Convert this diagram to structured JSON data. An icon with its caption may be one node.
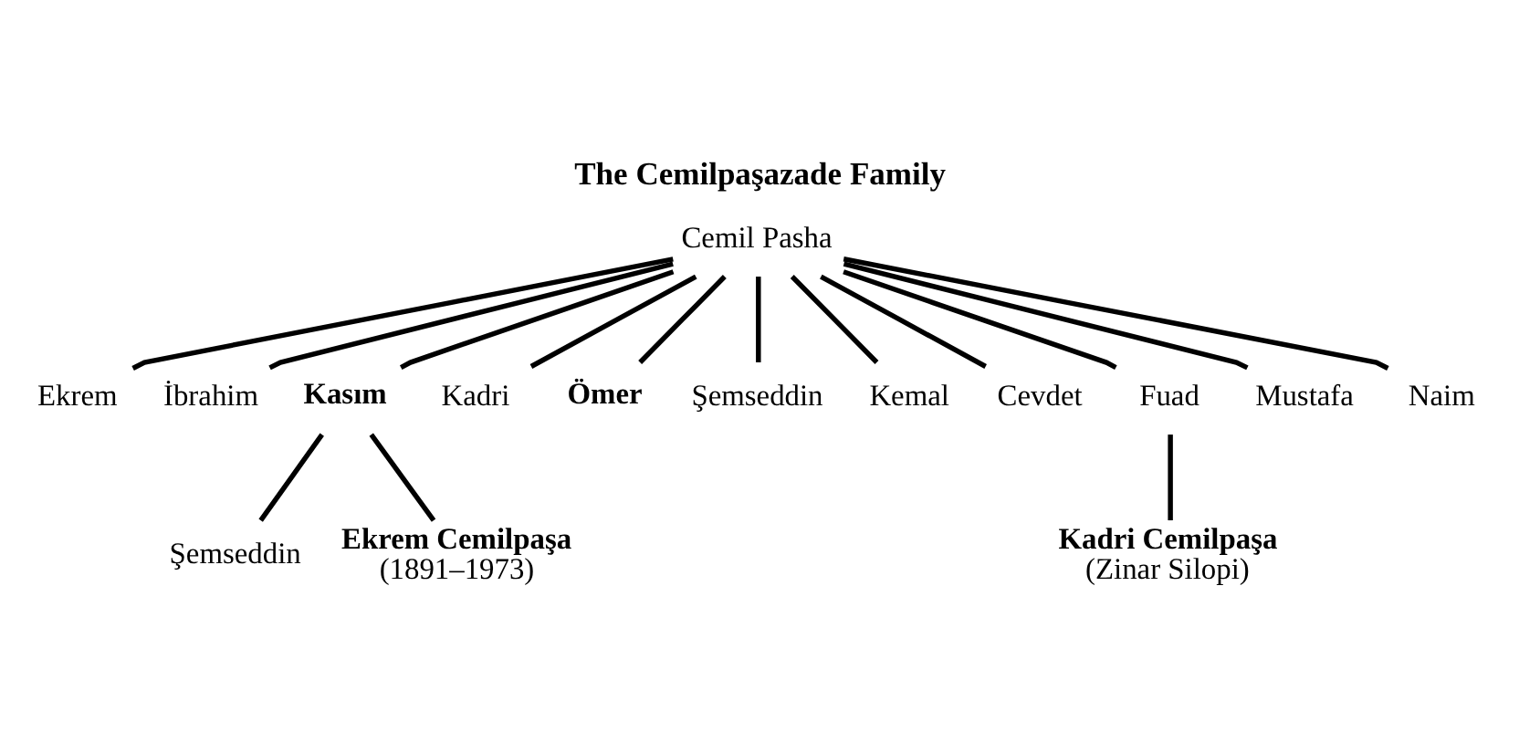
{
  "diagram": {
    "title": "The Cemilpaşazade Family",
    "nodes": [
      {
        "text": [
          "Cemil Pasha"
        ]
      },
      {
        "text": [
          "Ekrem"
        ]
      },
      {
        "text": [
          "İbrahim"
        ]
      },
      {
        "text": [
          "Kasım"
        ]
      },
      {
        "text": [
          "Kadri"
        ]
      },
      {
        "text": [
          "Ömer"
        ]
      },
      {
        "text": [
          "Şemseddin"
        ]
      },
      {
        "text": [
          "Kemal"
        ]
      },
      {
        "text": [
          "Cevdet"
        ]
      },
      {
        "text": [
          "Fuad"
        ]
      },
      {
        "text": [
          "Mustafa"
        ]
      },
      {
        "text": [
          "Naim"
        ]
      },
      {
        "text": [
          "Şemseddin"
        ]
      },
      {
        "text": [
          "Ekrem Cemilpaşa",
          "(1891–1973)"
        ]
      },
      {
        "text": [
          "Kadri Cemilpaşa",
          "(Zinar Silopi)"
        ]
      }
    ],
    "edges": [
      {
        "from": 0,
        "to": 1,
        "arrow": "none"
      },
      {
        "from": 0,
        "to": 2,
        "arrow": "none"
      },
      {
        "from": 0,
        "to": 3,
        "arrow": "none"
      },
      {
        "from": 0,
        "to": 4,
        "arrow": "none"
      },
      {
        "from": 0,
        "to": 5,
        "arrow": "none"
      },
      {
        "from": 0,
        "to": 6,
        "arrow": "none"
      },
      {
        "from": 0,
        "to": 7,
        "arrow": "none"
      },
      {
        "from": 0,
        "to": 8,
        "arrow": "none"
      },
      {
        "from": 0,
        "to": 9,
        "arrow": "none"
      },
      {
        "from": 0,
        "to": 10,
        "arrow": "none"
      },
      {
        "from": 0,
        "to": 11,
        "arrow": "none"
      },
      {
        "from": 3,
        "to": 12,
        "arrow": "none"
      },
      {
        "from": 3,
        "to": 13,
        "arrow": "none"
      },
      {
        "from": 9,
        "to": 14,
        "arrow": "none"
      }
    ]
  }
}
